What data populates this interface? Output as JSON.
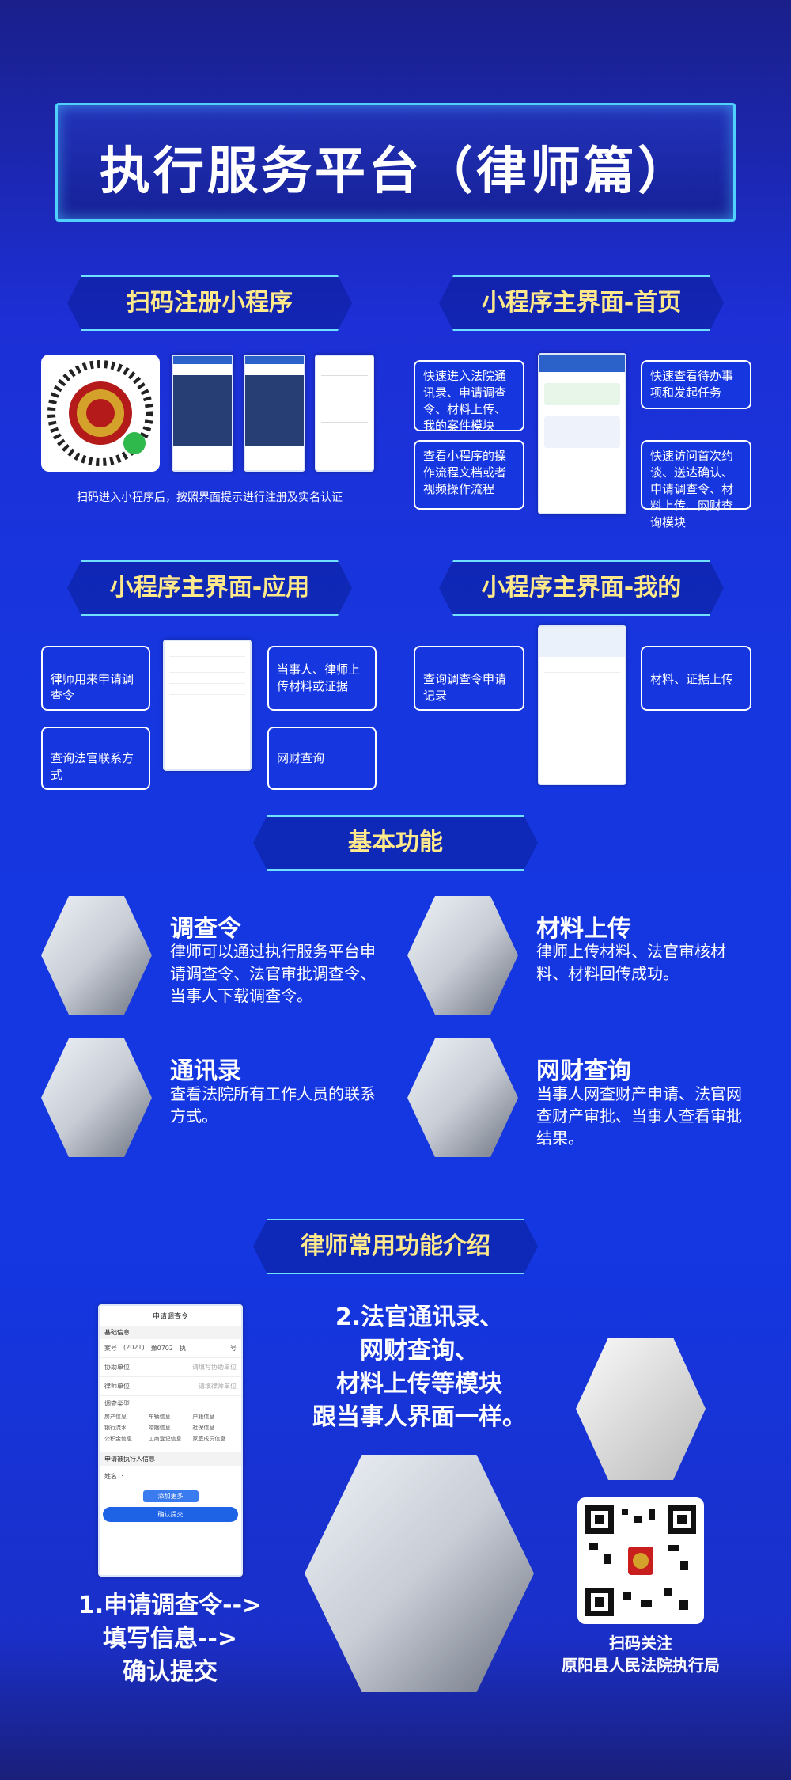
{
  "title": "执行服务平台（律师篇）",
  "sections": {
    "register": "扫码注册小程序",
    "home": "小程序主界面-首页",
    "apps": "小程序主界面-应用",
    "mine": "小程序主界面-我的",
    "basic": "基本功能",
    "common": "律师常用功能介绍"
  },
  "register_caption": "扫码进入小程序后，按照界面提示进行注册及实名认证",
  "home_callouts": [
    "快速进入法院通讯录、申请调查令、材料上传、我的案件模块",
    "查看小程序的操作流程文档或者视频操作流程",
    "快速查看待办事项和发起任务",
    "快速访问首次约谈、送达确认、申请调查令、材料上传、网财查询模块"
  ],
  "apps_callouts": [
    "律师用来申请调查令",
    "查询法官联系方式",
    "当事人、律师上传材料或证据",
    "网财查询"
  ],
  "mine_callouts": [
    "查询调查令申请记录",
    "材料、证据上传"
  ],
  "features": [
    {
      "title": "调查令",
      "desc": "律师可以通过执行服务平台申请调查令、法官审批调查令、当事人下载调查令。"
    },
    {
      "title": "材料上传",
      "desc": "律师上传材料、法官审核材料、材料回传成功。"
    },
    {
      "title": "通讯录",
      "desc": "查看法院所有工作人员的联系方式。"
    },
    {
      "title": "网财查询",
      "desc": "当事人网查财产申请、法官网查财产审批、当事人查看审批结果。"
    }
  ],
  "form_phone": {
    "header": "申请调查令",
    "section1": "基础信息",
    "case_label": "案号",
    "case_year": "(2021)",
    "case_num": "豫0702",
    "case_exec": "执",
    "case_suffix": "号",
    "row1_label": "协助单位",
    "row1_placeholder": "请填写协助单位",
    "row2_label": "律师单位",
    "row2_placeholder": "请填律师单位",
    "type_label": "调查类型",
    "options": [
      "房产信息",
      "车辆信息",
      "户籍信息",
      "银行流水",
      "婚姻信息",
      "社保信息",
      "公积金信息",
      "工商登记信息",
      "家庭成员信息"
    ],
    "section2": "申请被执行人信息",
    "name_label": "姓名1:",
    "add_btn": "添加更多",
    "submit_btn": "确认提交"
  },
  "step1": [
    "1.申请调查令-->",
    "填写信息-->",
    "确认提交"
  ],
  "step2": [
    "2.法官通讯录、",
    "网财查询、",
    "材料上传等模块",
    "跟当事人界面一样。"
  ],
  "qr_caption": [
    "扫码关注",
    "原阳县人民法院执行局"
  ]
}
